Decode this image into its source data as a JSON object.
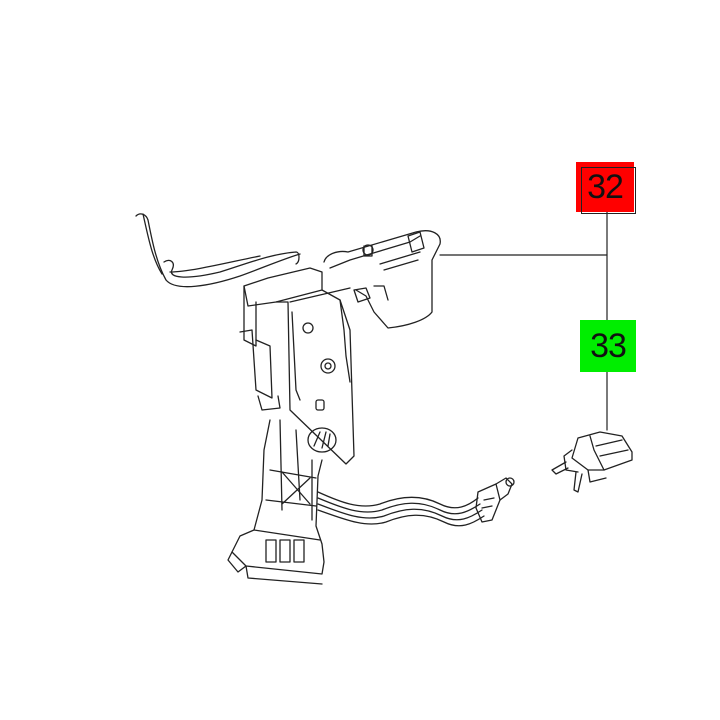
{
  "diagram": {
    "type": "exploded parts diagram",
    "callouts": [
      {
        "id": "32",
        "label": "32",
        "color": "#ff0000",
        "target": "trigger switch assembly"
      },
      {
        "id": "33",
        "label": "33",
        "color": "#00ee00",
        "target": "switch cap"
      }
    ],
    "colors": {
      "line": "#222222",
      "background": "#ffffff"
    }
  }
}
